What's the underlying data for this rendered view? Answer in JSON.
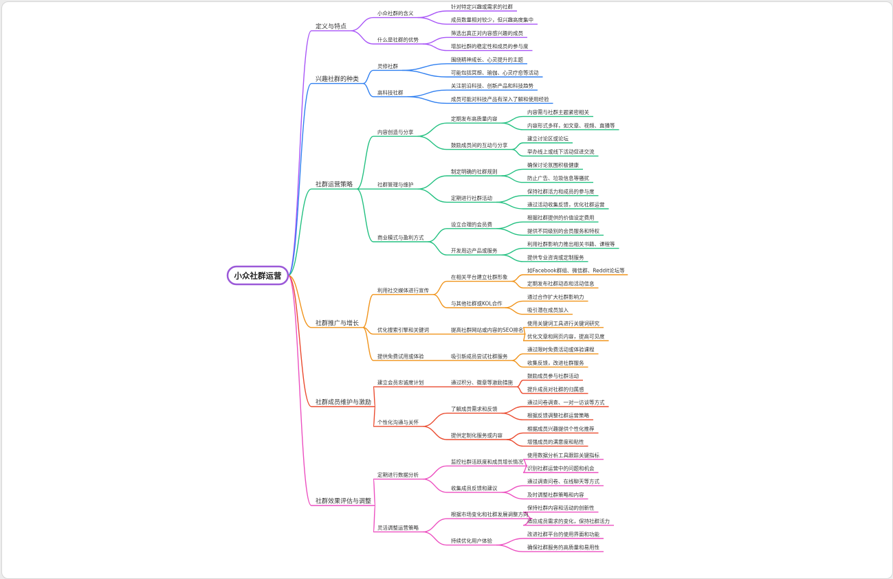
{
  "root": "小众社群运营",
  "colors": {
    "root_border": "#9b59d8",
    "branches": [
      "#a855f7",
      "#2f7ff0",
      "#22c080",
      "#f0931a",
      "#ea4a2e",
      "#ec4fc0"
    ]
  },
  "branches": [
    {
      "label": "定义与特点",
      "children": [
        {
          "label": "小众社群的含义",
          "children": [
            {
              "label": "针对特定兴趣或需求的社群"
            },
            {
              "label": "成员数量相对较少，但兴趣高度集中"
            }
          ]
        },
        {
          "label": "什么是社群的优势",
          "children": [
            {
              "label": "筛选出真正对内容感兴趣的成员"
            },
            {
              "label": "增加社群的稳定性和成员的参与度"
            }
          ]
        }
      ]
    },
    {
      "label": "兴趣社群的种类",
      "children": [
        {
          "label": "灵修社群",
          "children": [
            {
              "label": "围绕精神成长、心灵提升的主题"
            },
            {
              "label": "可能包括冥想、瑜伽、心灵疗愈等活动"
            }
          ]
        },
        {
          "label": "高科技社群",
          "children": [
            {
              "label": "关注前沿科技、创新产品和科技趋势"
            },
            {
              "label": "成员可能对科技产品有深入了解和使用经验"
            }
          ]
        }
      ]
    },
    {
      "label": "社群运营策略",
      "children": [
        {
          "label": "内容创造与分享",
          "children": [
            {
              "label": "定期发布高质量内容",
              "children": [
                {
                  "label": "内容需与社群主题紧密相关"
                },
                {
                  "label": "内容形式多样，如文章、视频、直播等"
                }
              ]
            },
            {
              "label": "鼓励成员间的互动与分享",
              "children": [
                {
                  "label": "建立讨论区或论坛"
                },
                {
                  "label": "举办线上或线下活动促进交流"
                }
              ]
            }
          ]
        },
        {
          "label": "社群管理与维护",
          "children": [
            {
              "label": "制定明确的社群规则",
              "children": [
                {
                  "label": "确保讨论氛围积极健康"
                },
                {
                  "label": "防止广告、垃圾信息等骚扰"
                }
              ]
            },
            {
              "label": "定期进行社群活动",
              "children": [
                {
                  "label": "保持社群活力和成员的参与度"
                },
                {
                  "label": "通过活动收集反馈，优化社群运营"
                }
              ]
            }
          ]
        },
        {
          "label": "商业模式与盈利方式",
          "children": [
            {
              "label": "设立合理的会员费",
              "children": [
                {
                  "label": "根据社群提供的价值设定费用"
                },
                {
                  "label": "提供不同级别的会员服务和特权"
                }
              ]
            },
            {
              "label": "开发周边产品或服务",
              "children": [
                {
                  "label": "利用社群影响力推出相关书籍、课程等"
                },
                {
                  "label": "提供专业咨询或定制服务"
                }
              ]
            }
          ]
        }
      ]
    },
    {
      "label": "社群推广与增长",
      "children": [
        {
          "label": "利用社交媒体进行宣传",
          "children": [
            {
              "label": "在相关平台建立社群形象",
              "children": [
                {
                  "label": "如Facebook群组、微信群、Reddit论坛等"
                },
                {
                  "label": "定期发布社群动态和活动信息"
                }
              ]
            },
            {
              "label": "与其他社群或KOL合作",
              "children": [
                {
                  "label": "通过合作扩大社群影响力"
                },
                {
                  "label": "吸引潜在成员加入"
                }
              ]
            }
          ]
        },
        {
          "label": "优化搜索引擎和关键词",
          "children": [
            {
              "label": "提高社群网站或内容的SEO排名",
              "children": [
                {
                  "label": "使用关键词工具进行关键词研究"
                },
                {
                  "label": "优化文章和网页内容，提高可见度"
                }
              ]
            }
          ]
        },
        {
          "label": "提供免费试用或体验",
          "children": [
            {
              "label": "吸引新成员尝试社群服务",
              "children": [
                {
                  "label": "通过限时免费活动或体验课程"
                },
                {
                  "label": "收集反馈，改进社群服务"
                }
              ]
            }
          ]
        }
      ]
    },
    {
      "label": "社群成员维护与激励",
      "children": [
        {
          "label": "建立会员忠诚度计划",
          "children": [
            {
              "label": "通过积分、徽章等激励措施",
              "children": [
                {
                  "label": "鼓励成员参与社群活动"
                },
                {
                  "label": "提升成员对社群的归属感"
                }
              ]
            }
          ]
        },
        {
          "label": "个性化沟通与关怀",
          "children": [
            {
              "label": "了解成员需求和反馈",
              "children": [
                {
                  "label": "通过问卷调查、一对一访谈等方式"
                },
                {
                  "label": "根据反馈调整社群运营策略"
                }
              ]
            },
            {
              "label": "提供定制化服务或内容",
              "children": [
                {
                  "label": "根据成员兴趣提供个性化推荐"
                },
                {
                  "label": "增强成员的满意度和粘性"
                }
              ]
            }
          ]
        }
      ]
    },
    {
      "label": "社群效果评估与调整",
      "children": [
        {
          "label": "定期进行数据分析",
          "children": [
            {
              "label": "监控社群活跃度和成员增长情况",
              "children": [
                {
                  "label": "使用数据分析工具跟踪关键指标"
                },
                {
                  "label": "识别社群运营中的问题和机会"
                }
              ]
            },
            {
              "label": "收集成员反馈和建议",
              "children": [
                {
                  "label": "通过调查问卷、在线聊天等方式"
                },
                {
                  "label": "及时调整社群策略和内容"
                }
              ]
            }
          ]
        },
        {
          "label": "灵活调整运营策略",
          "children": [
            {
              "label": "根据市场变化和社群发展调整方向",
              "children": [
                {
                  "label": "保持社群内容和活动的创新性"
                },
                {
                  "label": "适应成员需求的变化，保持社群活力"
                }
              ]
            },
            {
              "label": "持续优化用户体验",
              "children": [
                {
                  "label": "改进社群平台的使用界面和功能"
                },
                {
                  "label": "确保社群服务的高质量和易用性"
                }
              ]
            }
          ]
        }
      ]
    }
  ]
}
